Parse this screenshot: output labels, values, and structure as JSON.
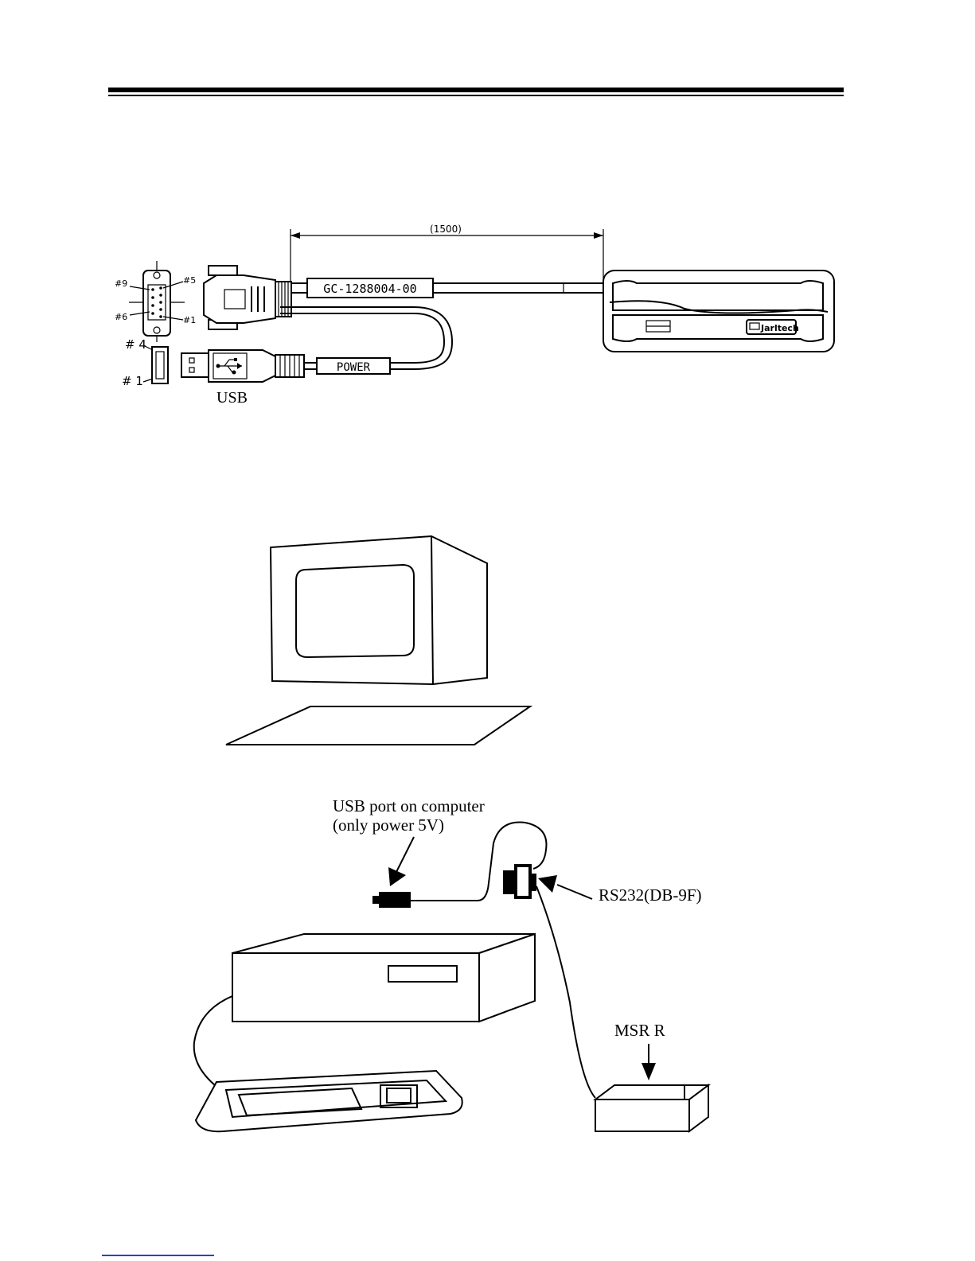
{
  "cable_drawing": {
    "dimension_label": "(1500)",
    "part_number": "GC-1288004-00",
    "power_label": "POWER",
    "usb_label": "USB",
    "brand_label": "Jarltech",
    "db9_pins": {
      "p9": "#9",
      "p5": "#5",
      "p6": "#6",
      "p1": "#1"
    },
    "usb_pins": {
      "p4": "# 4",
      "p1": "# 1"
    }
  },
  "setup_drawing": {
    "usb_port_label_line1": "USB port on computer",
    "usb_port_label_line2": "(only power 5V)",
    "rs232_label": "RS232(DB-9F)",
    "msr_label": "MSR R"
  }
}
